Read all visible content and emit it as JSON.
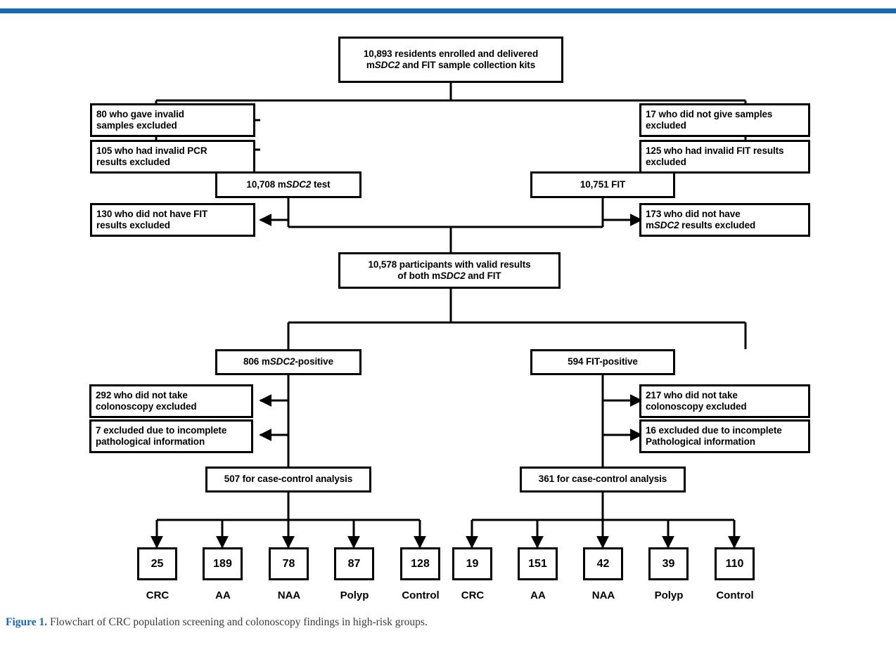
{
  "theme": {
    "rule_color": "#1a68ae",
    "box_border": "#000000",
    "text_color": "#000000",
    "caption_label_color": "#1a68ae",
    "caption_text_color": "#3b3b3b"
  },
  "figure": {
    "label": "Figure 1.",
    "caption": " Flowchart of CRC population screening and colonoscopy findings in high-risk groups."
  },
  "chart_data": {
    "type": "diagram",
    "title": "Flowchart of CRC population screening and colonoscopy findings in high-risk groups",
    "nodes": {
      "enrolled": {
        "line1": "10,893 residents enrolled and delivered",
        "line2_pre": "m",
        "line2_em": "SDC2",
        "line2_post": " and FIT sample collection kits",
        "value": 10893
      },
      "excl_invalid_samples": {
        "line1": "80 who gave invalid",
        "line2": "samples excluded",
        "value": 80
      },
      "excl_invalid_pcr": {
        "line1": "105 who had invalid PCR",
        "line2": "results excluded",
        "value": 105
      },
      "excl_no_samples": {
        "line1": "17 who did not give samples",
        "line2": "excluded",
        "value": 17
      },
      "excl_invalid_fit": {
        "line1": "125 who had invalid FIT results",
        "line2": "excluded",
        "value": 125
      },
      "msdc2_test": {
        "pre": "10,708 m",
        "em": "SDC2",
        "post": " test",
        "value": 10708
      },
      "fit_test": {
        "text": "10,751 FIT",
        "value": 10751
      },
      "excl_no_fit_results": {
        "line1": "130 who did not have FIT",
        "line2": "results excluded",
        "value": 130
      },
      "excl_no_msdc2_results": {
        "line1": "173 who did not have",
        "line2_pre": "m",
        "line2_em": "SDC2",
        "line2_post": " results excluded",
        "value": 173
      },
      "both_valid": {
        "line1": "10,578 participants with valid results",
        "line2_pre": "of both m",
        "line2_em": "SDC2",
        "line2_post": " and FIT",
        "value": 10578
      },
      "msdc2_positive": {
        "pre": "806 m",
        "em": "SDC2",
        "post": "-positive",
        "value": 806
      },
      "fit_positive": {
        "text": "594 FIT-positive",
        "value": 594
      },
      "excl_no_colo_left": {
        "line1": "292 who did not take",
        "line2": "colonoscopy excluded",
        "value": 292
      },
      "excl_incomplete_path_left": {
        "line1": "7 excluded due to incomplete",
        "line2": "pathological information",
        "value": 7
      },
      "excl_no_colo_right": {
        "line1": "217 who did not take",
        "line2": "colonoscopy excluded",
        "value": 217
      },
      "excl_incomplete_path_right": {
        "line1": "16 excluded due to incomplete",
        "line2": "Pathological information",
        "value": 16
      },
      "case_control_left": {
        "text": "507 for case-control analysis",
        "value": 507
      },
      "case_control_right": {
        "text": "361 for case-control analysis",
        "value": 361
      }
    },
    "outcomes_left": {
      "parent": "507 for case-control analysis",
      "categories": [
        "CRC",
        "AA",
        "NAA",
        "Polyp",
        "Control"
      ],
      "values": [
        25,
        189,
        78,
        87,
        128
      ]
    },
    "outcomes_right": {
      "parent": "361 for case-control analysis",
      "categories": [
        "CRC",
        "AA",
        "NAA",
        "Polyp",
        "Control"
      ],
      "values": [
        19,
        151,
        42,
        39,
        110
      ]
    }
  }
}
